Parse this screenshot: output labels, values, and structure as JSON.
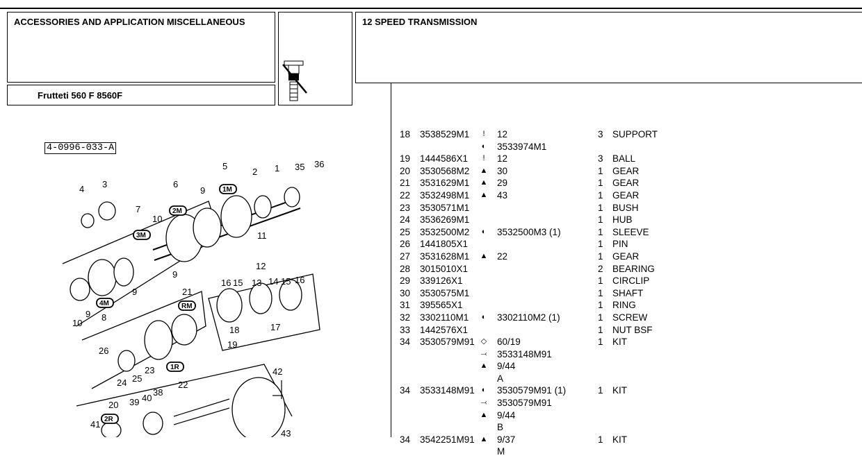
{
  "header": {
    "section_title": "ACCESSORIES AND APPLICATION MISCELLANEOUS",
    "model": "Frutteti 560 F 8560F",
    "group_title": "12 SPEED TRANSMISSION"
  },
  "diagram": {
    "part_code": "4-0996-033-A",
    "callouts": [
      "1",
      "2",
      "3",
      "4",
      "5",
      "6",
      "7",
      "8",
      "9",
      "9",
      "9",
      "9",
      "10",
      "10",
      "11",
      "12",
      "13",
      "14",
      "15",
      "15",
      "16",
      "16",
      "17",
      "18",
      "19",
      "21",
      "22",
      "23",
      "24",
      "25",
      "26",
      "35",
      "36",
      "38",
      "39",
      "40",
      "41",
      "42",
      "43",
      "20"
    ],
    "gear_labels": [
      "1M",
      "2M",
      "3M",
      "4M",
      "RM",
      "1R",
      "2R"
    ]
  },
  "parts": [
    {
      "no": "18",
      "part": "3538529M1",
      "lines": [
        {
          "sym": "!",
          "sym_icon": "exclamation-icon",
          "text": "12"
        },
        {
          "sym": "◐",
          "sym_icon": "half-circle-icon",
          "text": "3533974M1"
        }
      ],
      "qty": "3",
      "desc": "SUPPORT"
    },
    {
      "no": "19",
      "part": "1444586X1",
      "lines": [
        {
          "sym": "!",
          "sym_icon": "exclamation-icon",
          "text": "12"
        }
      ],
      "qty": "3",
      "desc": "BALL"
    },
    {
      "no": "20",
      "part": "3530568M2",
      "lines": [
        {
          "sym": "▲",
          "sym_icon": "tractor-icon",
          "text": "30"
        }
      ],
      "qty": "1",
      "desc": "GEAR"
    },
    {
      "no": "21",
      "part": "3531629M1",
      "lines": [
        {
          "sym": "▲",
          "sym_icon": "tractor-icon",
          "text": "29"
        }
      ],
      "qty": "1",
      "desc": "GEAR"
    },
    {
      "no": "22",
      "part": "3532498M1",
      "lines": [
        {
          "sym": "▲",
          "sym_icon": "tractor-icon",
          "text": "43"
        }
      ],
      "qty": "1",
      "desc": "GEAR"
    },
    {
      "no": "23",
      "part": "3530571M1",
      "lines": [],
      "qty": "1",
      "desc": "BUSH"
    },
    {
      "no": "24",
      "part": "3536269M1",
      "lines": [],
      "qty": "1",
      "desc": "HUB"
    },
    {
      "no": "25",
      "part": "3532500M2",
      "lines": [
        {
          "sym": "◐",
          "sym_icon": "half-circle-icon",
          "text": "3532500M3  (1)"
        }
      ],
      "qty": "1",
      "desc": "SLEEVE"
    },
    {
      "no": "26",
      "part": "1441805X1",
      "lines": [],
      "qty": "1",
      "desc": "PIN"
    },
    {
      "no": "27",
      "part": "3531628M1",
      "lines": [
        {
          "sym": "▲",
          "sym_icon": "tractor-icon",
          "text": "22"
        }
      ],
      "qty": "1",
      "desc": "GEAR"
    },
    {
      "no": "28",
      "part": "3015010X1",
      "lines": [],
      "qty": "2",
      "desc": "BEARING"
    },
    {
      "no": "29",
      "part": "339126X1",
      "lines": [],
      "qty": "1",
      "desc": "CIRCLIP"
    },
    {
      "no": "30",
      "part": "3530575M1",
      "lines": [],
      "qty": "1",
      "desc": "SHAFT"
    },
    {
      "no": "31",
      "part": "395565X1",
      "lines": [],
      "qty": "1",
      "desc": "RING"
    },
    {
      "no": "32",
      "part": "3302110M1",
      "lines": [
        {
          "sym": "◐",
          "sym_icon": "half-circle-icon",
          "text": "3302110M2  (1)"
        }
      ],
      "qty": "1",
      "desc": "SCREW"
    },
    {
      "no": "33",
      "part": "1442576X1",
      "lines": [],
      "qty": "1",
      "desc": "NUT BSF"
    },
    {
      "no": "34",
      "part": "3530579M91",
      "lines": [
        {
          "sym": "◇",
          "sym_icon": "eye-icon",
          "text": "60/19"
        },
        {
          "sym": "⤙",
          "sym_icon": "arrow-icon",
          "text": "3533148M91"
        },
        {
          "sym": "▲",
          "sym_icon": "tractor-icon",
          "text": "9/44"
        },
        {
          "sym": "",
          "sym_icon": "",
          "text": "A"
        }
      ],
      "qty": "1",
      "desc": "KIT"
    },
    {
      "no": "34",
      "part": "3533148M91",
      "lines": [
        {
          "sym": "◐",
          "sym_icon": "half-circle-icon",
          "text": "3530579M91  (1)"
        },
        {
          "sym": "⤙",
          "sym_icon": "arrow-icon",
          "text": "3530579M91"
        },
        {
          "sym": "▲",
          "sym_icon": "tractor-icon",
          "text": "9/44"
        },
        {
          "sym": "",
          "sym_icon": "",
          "text": "B"
        }
      ],
      "qty": "1",
      "desc": "KIT"
    },
    {
      "no": "34",
      "part": "3542251M91",
      "lines": [
        {
          "sym": "▲",
          "sym_icon": "tractor-icon",
          "text": "9/37"
        },
        {
          "sym": "",
          "sym_icon": "",
          "text": "M"
        }
      ],
      "qty": "1",
      "desc": "KIT"
    }
  ]
}
